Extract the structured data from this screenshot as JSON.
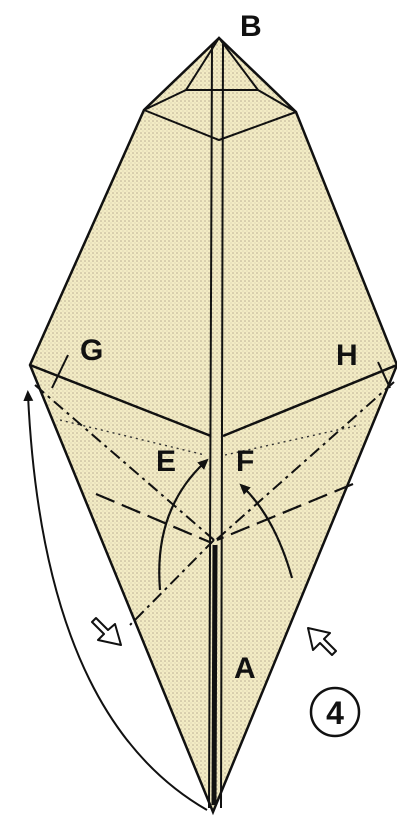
{
  "labels": {
    "point_b": "B",
    "point_g": "G",
    "point_h": "H",
    "point_e": "E",
    "point_f": "F",
    "point_a": "A",
    "step_number": "4"
  },
  "colors": {
    "paper": "#f3ecc4",
    "dots": "#b4a890",
    "line": "#111111",
    "background": "#ffffff"
  }
}
